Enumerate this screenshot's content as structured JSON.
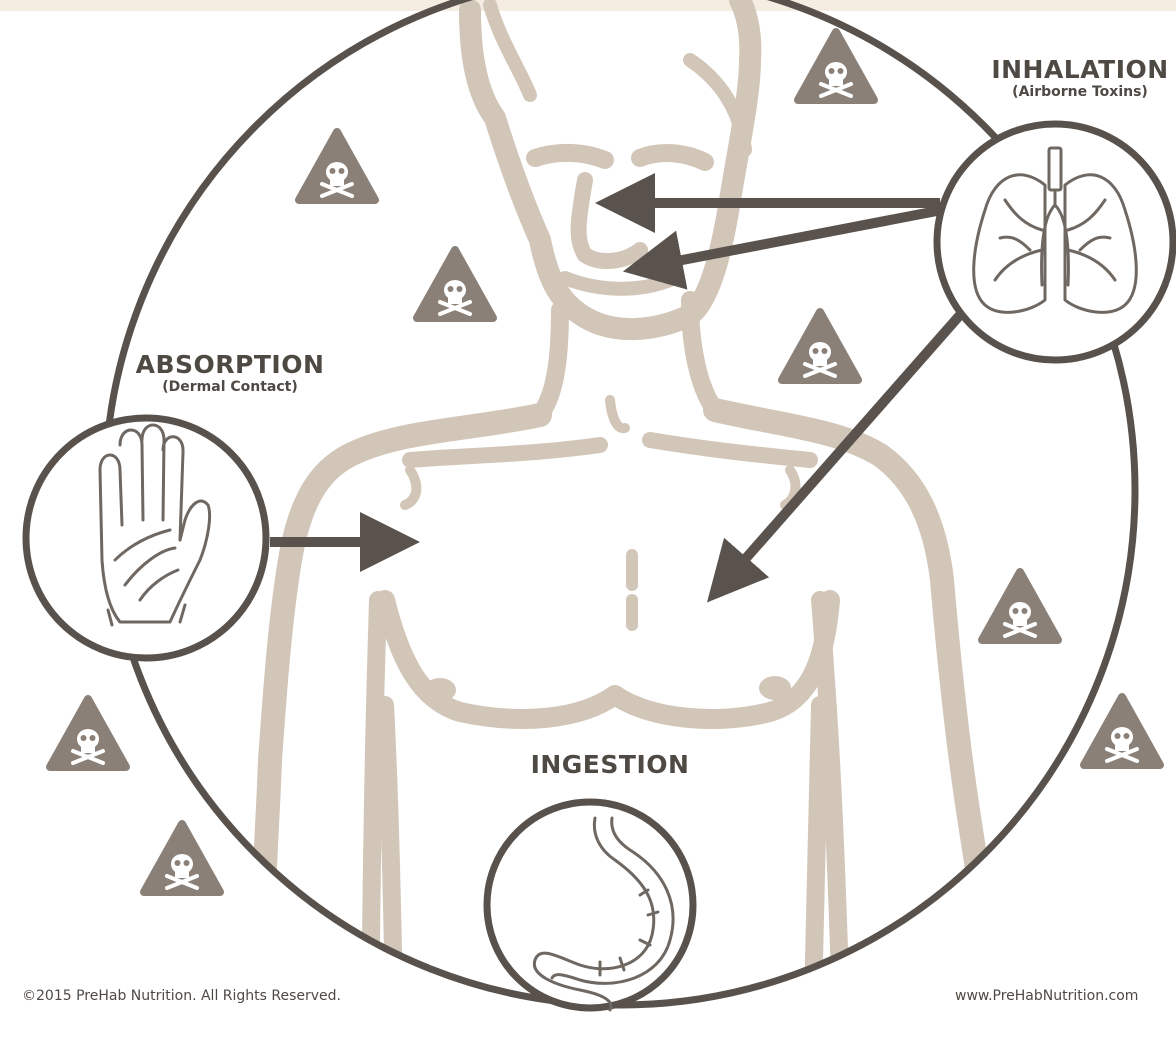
{
  "routes": {
    "inhalation": {
      "title": "INHALATION",
      "subtitle": "(Airborne Toxins)",
      "icon": "lungs-icon"
    },
    "absorption": {
      "title": "ABSORPTION",
      "subtitle": "(Dermal Contact)",
      "icon": "hand-icon"
    },
    "ingestion": {
      "title": "INGESTION",
      "icon": "stomach-icon"
    }
  },
  "hazard_icon": "skull-and-crossbones-warning-icon",
  "footer": {
    "copyright": "©2015 PreHab Nutrition. All Rights Reserved.",
    "website": "www.PreHabNutrition.com"
  },
  "colors": {
    "body_outline": "#d2c6b8",
    "circle_stroke": "#59524c",
    "arrow": "#5a534d",
    "hazard_fill": "#8a8078",
    "text": "#4f4944",
    "top_band": "#f5ece2"
  }
}
